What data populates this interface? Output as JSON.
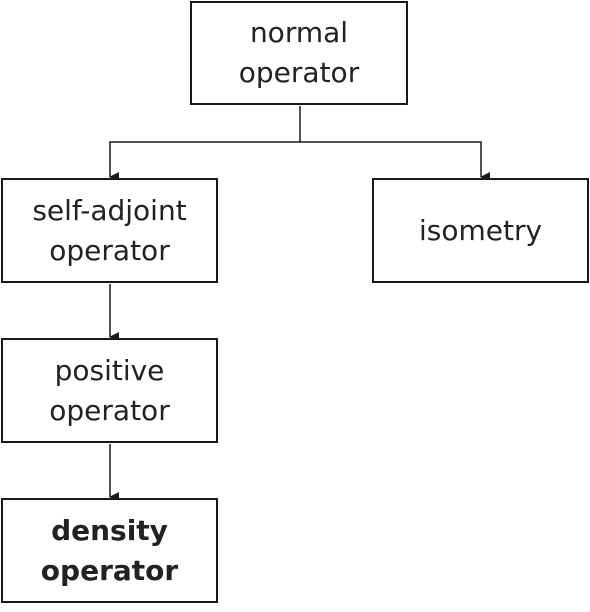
{
  "diagram": {
    "nodes": [
      {
        "id": "normal",
        "lines": [
          "normal",
          "operator"
        ],
        "bold": false
      },
      {
        "id": "self",
        "lines": [
          "self-adjoint",
          "operator"
        ],
        "bold": false
      },
      {
        "id": "iso",
        "lines": [
          "isometry"
        ],
        "bold": false
      },
      {
        "id": "positive",
        "lines": [
          "positive",
          "operator"
        ],
        "bold": false
      },
      {
        "id": "density",
        "lines": [
          "density",
          "operator"
        ],
        "bold": true
      }
    ],
    "edges": [
      {
        "from": "normal",
        "to": "self"
      },
      {
        "from": "normal",
        "to": "iso"
      },
      {
        "from": "self",
        "to": "positive"
      },
      {
        "from": "positive",
        "to": "density"
      }
    ],
    "colors": {
      "stroke": "#1a1a1a",
      "text": "#222222",
      "background": "#ffffff"
    }
  }
}
